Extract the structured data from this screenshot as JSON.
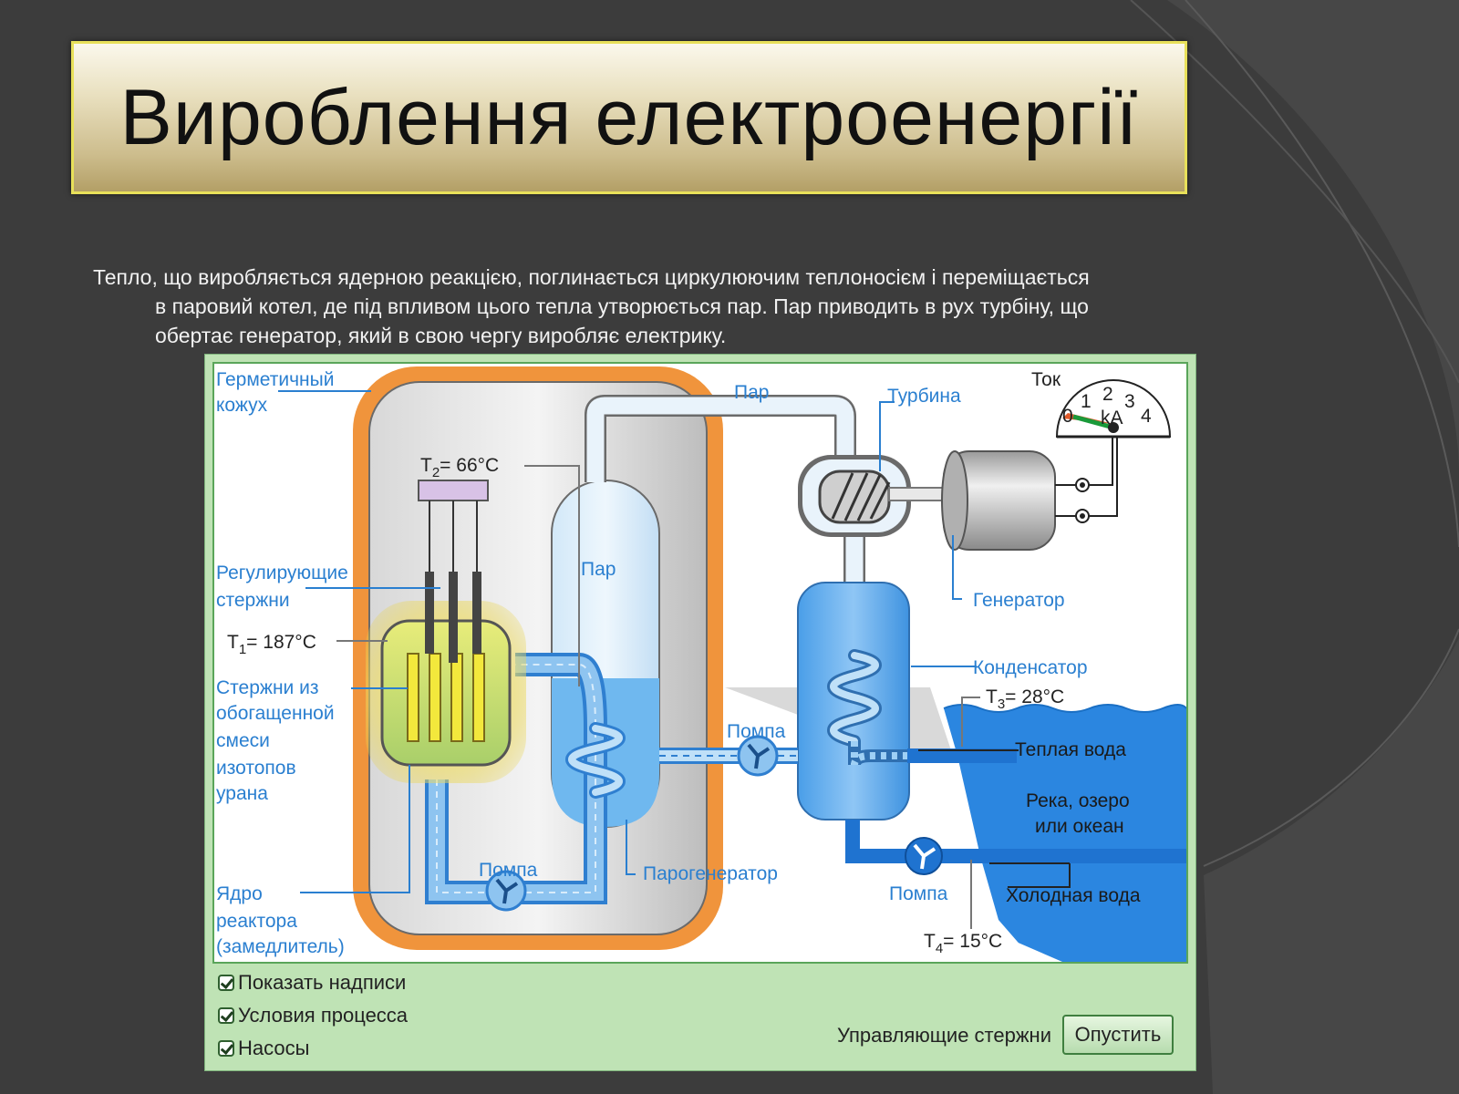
{
  "slide": {
    "title": "Вироблення електроенергії",
    "body_line1": "Тепло, що виробляється ядерною реакцією, поглинається циркулюючим теплоносієм і переміщається",
    "body_line2": "в паровий котел, де під впливом цього тепла утворюється пар. Пар приводить в рух турбіну, що",
    "body_line3": "обертає генератор, який в свою чергу виробляє електрику."
  },
  "diagram": {
    "labels": {
      "containment_1": "Герметичный",
      "containment_2": "кожух",
      "control_rods_1": "Регулирующие",
      "control_rods_2": "стержни",
      "t1": "T",
      "t1_sub": "1",
      "t1_val": "= 187°C",
      "t2": "T",
      "t2_sub": "2",
      "t2_val": "= 66°C",
      "t3": "T",
      "t3_sub": "3",
      "t3_val": "= 28°C",
      "t4": "T",
      "t4_sub": "4",
      "t4_val": "= 15°C",
      "fuel_1": "Стержни из",
      "fuel_2": "обогащенной",
      "fuel_3": "смеси",
      "fuel_4": "изотопов",
      "fuel_5": "урана",
      "core_1": "Ядро",
      "core_2": "реактора",
      "core_3": "(замедлитель)",
      "steam_top": "Пар",
      "steam_inner": "Пар",
      "turbine": "Турбина",
      "generator": "Генератор",
      "condenser": "Конденсатор",
      "pump_1": "Помпа",
      "pump_2": "Помпа",
      "pump_3": "Помпа",
      "steam_generator": "Парогенератор",
      "warm_water": "Теплая вода",
      "water_body_1": "Река, озеро",
      "water_body_2": "или океан",
      "cold_water": "Холодная вода",
      "meter_title": "Ток",
      "meter_unit": "kA",
      "meter_ticks": [
        "0",
        "1",
        "2",
        "3",
        "4"
      ]
    },
    "colors": {
      "containment": "#f0943c",
      "coolant": "#4a9ee8",
      "water": "#2b86e0",
      "core_glow": "#e8d24a",
      "label_blue": "#2a7fd0"
    }
  },
  "controls": {
    "show_labels": "Показать надписи",
    "process_conditions": "Условия процесса",
    "pumps": "Насосы",
    "control_rods_label": "Управляющие стержни",
    "lower_button": "Опустить"
  }
}
